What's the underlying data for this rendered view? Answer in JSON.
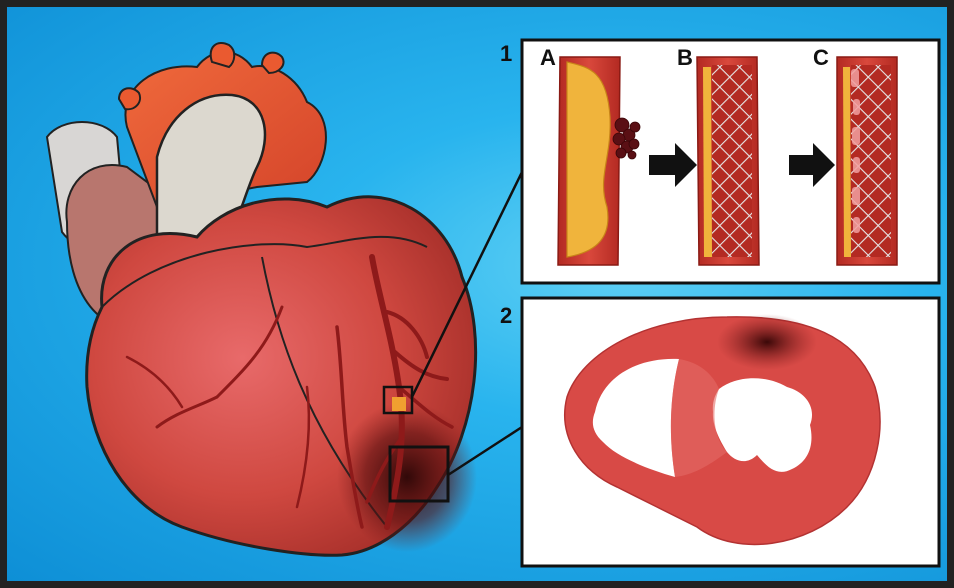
{
  "panels": [
    {
      "number": "1",
      "stages": [
        "A",
        "B",
        "C"
      ]
    },
    {
      "number": "2"
    }
  ],
  "colors": {
    "background": "#29b4ee",
    "myocardium": "#c8443c",
    "aorta": "#e4572e",
    "artery": "#9a1c1c",
    "plaque": "#f0b43c",
    "thrombus": "#5a0f14",
    "stent": "#e8e8e8",
    "infarct": "#3a0a0a"
  },
  "icons": [
    "heart-illustration",
    "coronary-artery",
    "arrow-right-icon",
    "stent-mesh",
    "heart-cross-section"
  ]
}
